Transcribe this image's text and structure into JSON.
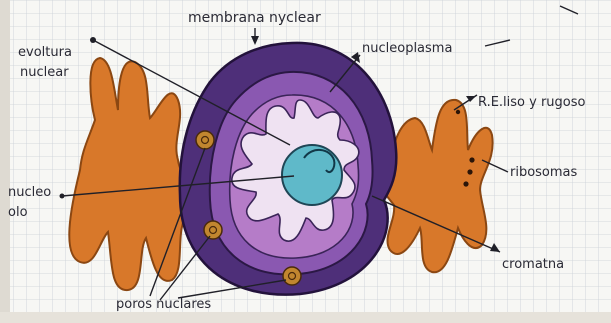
{
  "labels": {
    "membrana_nuclear": "membrana nyclear",
    "envoltura_l1": "evoltura",
    "envoltura_l2": "nuclear",
    "nucleoplasma": "nucleoplasma",
    "retiuclo": "R.E.liso y rugoso",
    "ribosomas": "ribosomas",
    "nucleolo_l1": "nucleo",
    "nucleolo_l2": "olo",
    "cromatina": "cromatna",
    "poros": "poros nuclares"
  },
  "colors": {
    "paper": "#f7f7f4",
    "grid": "#c9cfd6",
    "envelope_dark": "#4e2f79",
    "envelope_mid": "#8a58b1",
    "nucleoplasm": "#b57cc8",
    "chromatin_fill": "#efe2f2",
    "nucleolus": "#5fb9c9",
    "er_fill": "#d8782a",
    "er_stroke": "#8b4712",
    "pore": "#c1862f",
    "ink": "#202028"
  }
}
